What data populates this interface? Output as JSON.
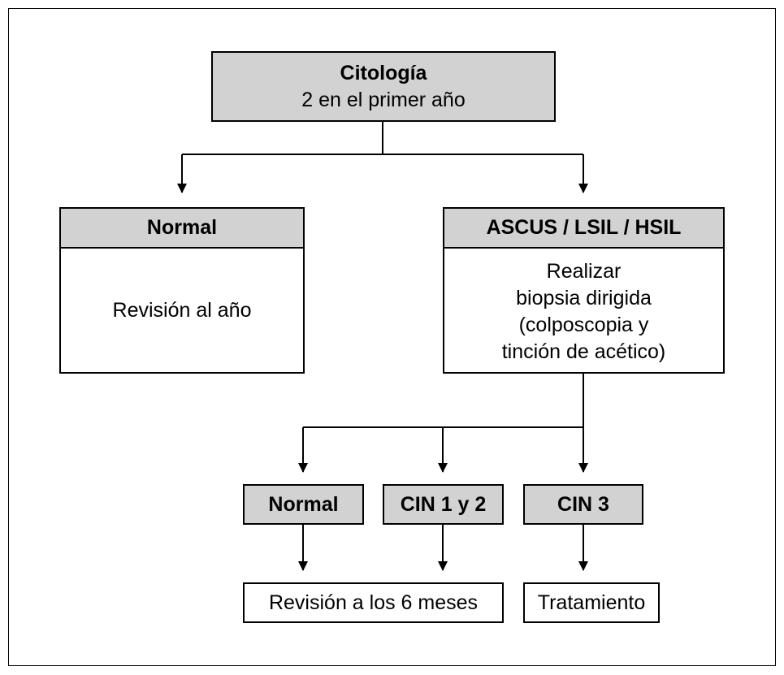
{
  "top": {
    "title": "Citología",
    "subtitle": "2 en el primer año"
  },
  "left": {
    "header": "Normal",
    "body": "Revisión al año"
  },
  "right": {
    "header": "ASCUS / LSIL / HSIL",
    "lines": [
      "Realizar",
      "biopsia dirigida",
      "(colposcopia y",
      "tinción de acético)"
    ]
  },
  "results": {
    "normal": "Normal",
    "cin12": "CIN 1 y 2",
    "cin3": "CIN 3"
  },
  "outcomes": {
    "revision": "Revisión a los 6 meses",
    "treatment": "Tratamiento"
  },
  "colors": {
    "header_fill": "#d2d2d2",
    "stroke": "#000000",
    "background": "#ffffff"
  }
}
